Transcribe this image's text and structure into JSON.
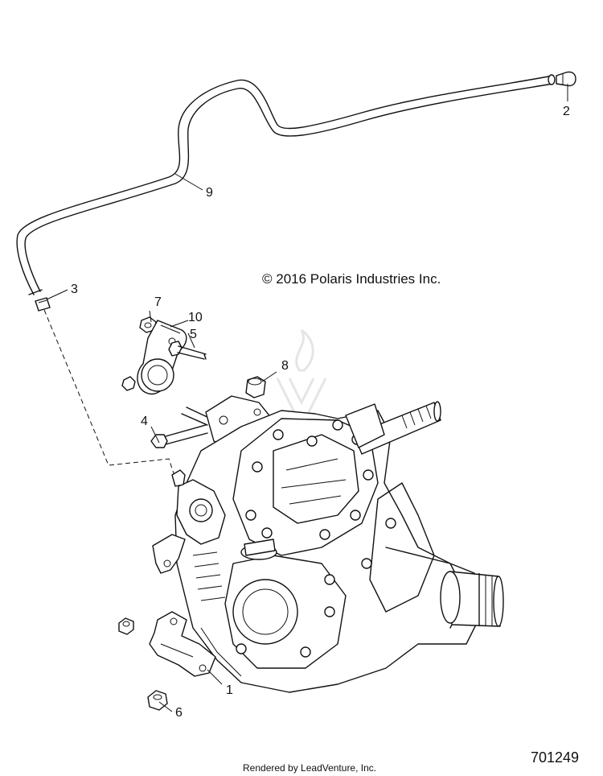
{
  "copyright": "© 2016 Polaris Industries Inc.",
  "footer": "Rendered by LeadVenture, Inc.",
  "diagram_id": "701249",
  "callouts": {
    "c1": "1",
    "c2": "2",
    "c3": "3",
    "c4": "4",
    "c5": "5",
    "c6": "6",
    "c7": "7",
    "c8": "8",
    "c9": "9",
    "c10": "10"
  }
}
